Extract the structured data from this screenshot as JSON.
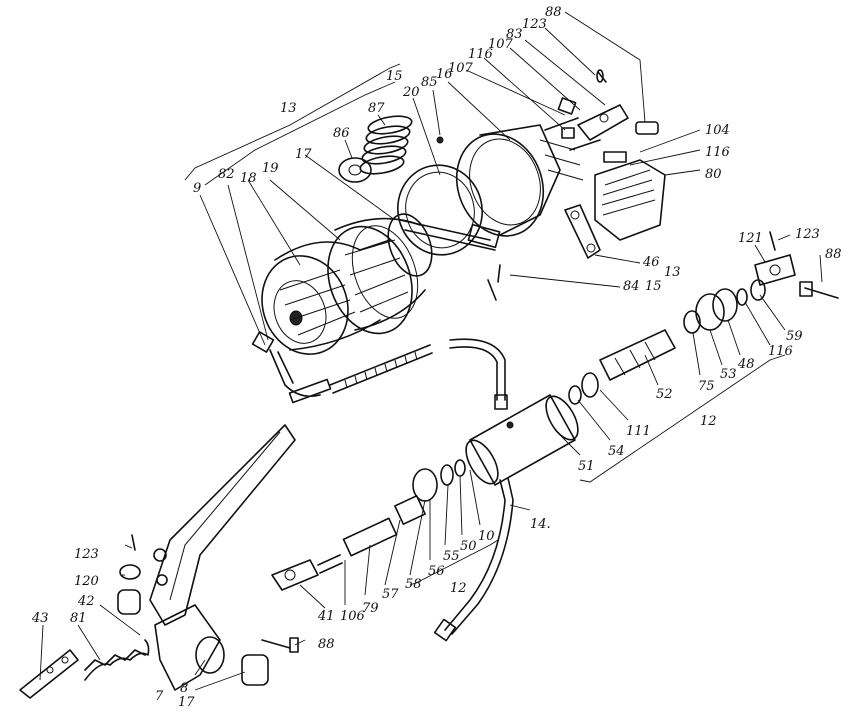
{
  "labels": {
    "l9": "9",
    "l82": "82",
    "l18": "18",
    "l19": "19",
    "l17": "17",
    "l86": "86",
    "l87": "87",
    "l15a": "15",
    "l13a": "13",
    "l85": "85",
    "l20": "20",
    "l16": "16",
    "l107a": "107",
    "l116a": "116",
    "l107b": "107",
    "l83": "83",
    "l123a": "123",
    "l88a": "88",
    "l104": "104",
    "l116b": "116",
    "l80": "80",
    "l46": "46",
    "l13b": "13",
    "l84": "84",
    "l15b": "15",
    "l121": "121",
    "l123b": "123",
    "l88b": "88",
    "l59": "59",
    "l116c": "116",
    "l48": "48",
    "l53": "53",
    "l75": "75",
    "l52": "52",
    "l12a": "12",
    "l111": "111",
    "l54": "54",
    "l51": "51",
    "l14": "14.",
    "l10": "10",
    "l50": "50",
    "l55": "55",
    "l56": "56",
    "l58": "58",
    "l57": "57",
    "l79": "79",
    "l106": "106",
    "l41": "41",
    "l12b": "12",
    "l88c": "88",
    "l123c": "123",
    "l120": "120",
    "l42": "42",
    "l43": "43",
    "l81": "81",
    "l7": "7",
    "l8": "8",
    "l17b": "17"
  }
}
